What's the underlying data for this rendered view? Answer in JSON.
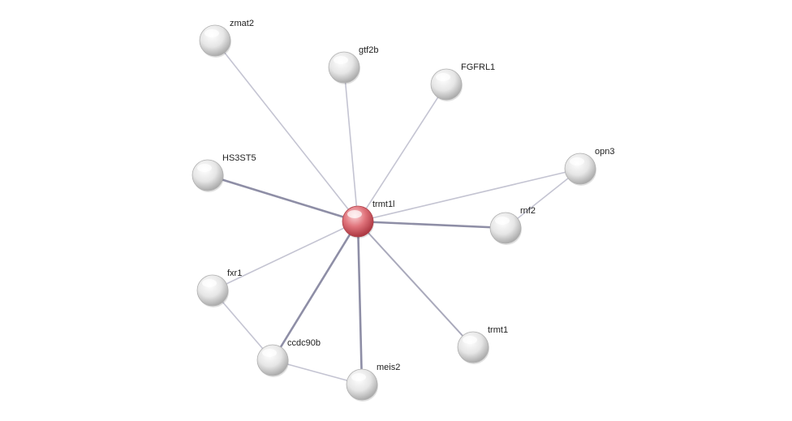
{
  "nodes": [
    {
      "id": "trmt1l",
      "label": "trmt1l",
      "role": "center"
    },
    {
      "id": "zmat2",
      "label": "zmat2",
      "role": "neighbor"
    },
    {
      "id": "gtf2b",
      "label": "gtf2b",
      "role": "neighbor"
    },
    {
      "id": "FGFRL1",
      "label": "FGFRL1",
      "role": "neighbor"
    },
    {
      "id": "opn3",
      "label": "opn3",
      "role": "neighbor"
    },
    {
      "id": "HS3ST5",
      "label": "HS3ST5",
      "role": "neighbor"
    },
    {
      "id": "rnf2",
      "label": "rnf2",
      "role": "neighbor"
    },
    {
      "id": "fxr1",
      "label": "fxr1",
      "role": "neighbor"
    },
    {
      "id": "ccdc90b",
      "label": "ccdc90b",
      "role": "neighbor"
    },
    {
      "id": "meis2",
      "label": "meis2",
      "role": "neighbor"
    },
    {
      "id": "trmt1",
      "label": "trmt1",
      "role": "neighbor"
    }
  ],
  "edges": [
    {
      "source": "trmt1l",
      "target": "zmat2",
      "strength": "light"
    },
    {
      "source": "trmt1l",
      "target": "gtf2b",
      "strength": "light"
    },
    {
      "source": "trmt1l",
      "target": "FGFRL1",
      "strength": "light"
    },
    {
      "source": "trmt1l",
      "target": "opn3",
      "strength": "light"
    },
    {
      "source": "trmt1l",
      "target": "HS3ST5",
      "strength": "strong"
    },
    {
      "source": "trmt1l",
      "target": "rnf2",
      "strength": "strong"
    },
    {
      "source": "trmt1l",
      "target": "fxr1",
      "strength": "light"
    },
    {
      "source": "trmt1l",
      "target": "ccdc90b",
      "strength": "strong"
    },
    {
      "source": "trmt1l",
      "target": "meis2",
      "strength": "strong"
    },
    {
      "source": "trmt1l",
      "target": "trmt1",
      "strength": "medium"
    },
    {
      "source": "opn3",
      "target": "rnf2",
      "strength": "light"
    },
    {
      "source": "fxr1",
      "target": "ccdc90b",
      "strength": "light"
    },
    {
      "source": "ccdc90b",
      "target": "meis2",
      "strength": "light"
    }
  ],
  "colors": {
    "center_node": "#e0737b",
    "neighbor_node": "#dcdcdc",
    "edge_light": "#c4c4d2",
    "edge_medium": "#a9a9bb",
    "edge_strong": "#8e8ea6"
  }
}
